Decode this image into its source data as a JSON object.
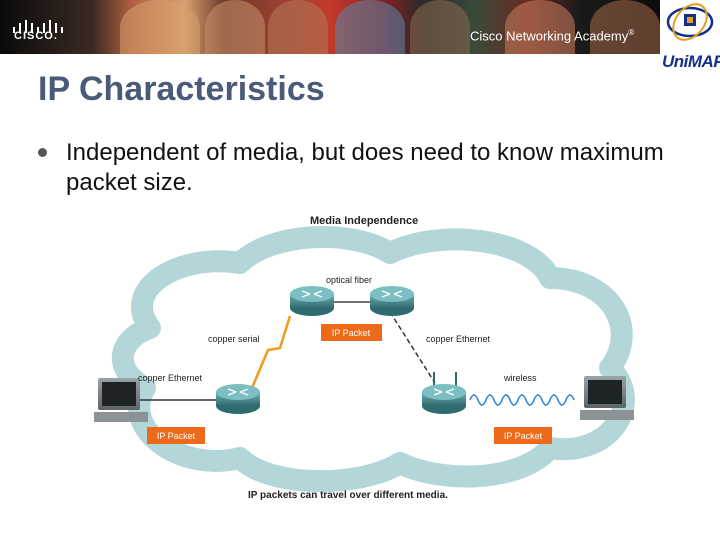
{
  "banner": {
    "brand": "CISCO.",
    "academy": "Cisco Networking Academy",
    "academy_mark": "®",
    "logo_right": "UniMAP"
  },
  "slide": {
    "title": "IP Characteristics",
    "bullet": "Independent of media, but does need to know maximum packet size."
  },
  "diagram": {
    "title": "Media Independence",
    "caption": "IP packets can travel over different media.",
    "labels": {
      "optical_fiber": "optical fiber",
      "copper_serial": "copper serial",
      "copper_ethernet_right": "copper Ethernet",
      "copper_ethernet_left": "copper Ethernet",
      "wireless": "wireless"
    },
    "packet_label": "IP Packet",
    "colors": {
      "cloud": "#b3d7d9",
      "packet": "#ec6a1a",
      "router": "#4f8e92",
      "wire": "#f09a1e",
      "wave": "#2a7fd6"
    }
  }
}
